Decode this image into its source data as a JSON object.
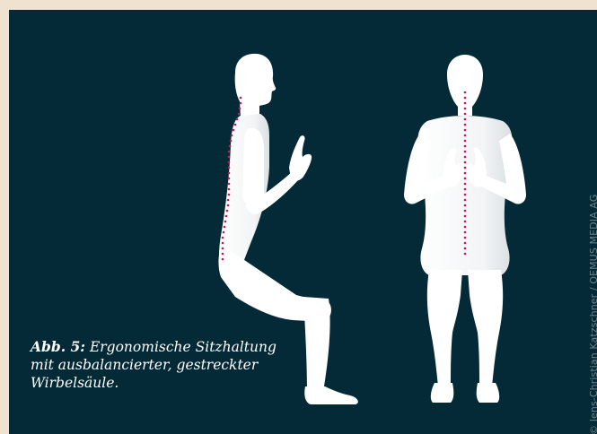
{
  "caption": {
    "label": "Abb. 5:",
    "text_line1": "Ergonomische Sitzhaltung",
    "text_line2": "mit ausbalancierter, gestreckter",
    "text_line3": "Wirbelsäule."
  },
  "credit": "© Jens-Christian Katzschner / OEMUS MEDIA AG",
  "colors": {
    "page_background": "#efe3cf",
    "panel_background": "#052a37",
    "figure": "#ffffff",
    "spine_dots": "#c2185b"
  }
}
